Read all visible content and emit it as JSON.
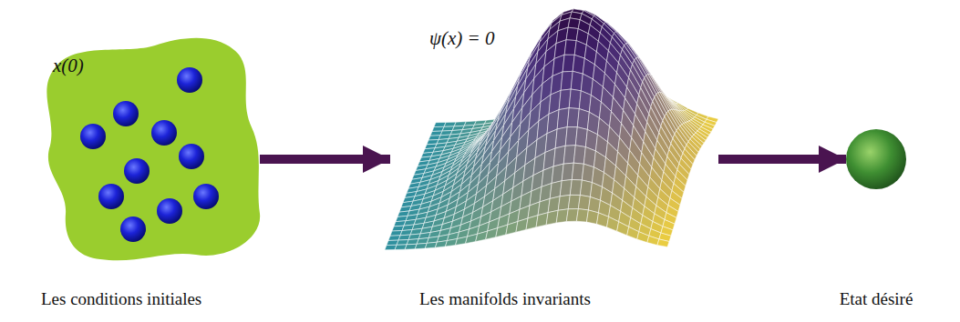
{
  "diagram": {
    "nodes": [
      {
        "text": [
          "x(0)",
          "Les conditions initiales"
        ]
      },
      {
        "text": [
          "ψ(x) = 0",
          "Les manifolds invariants"
        ]
      },
      {
        "text": [
          "Etat désiré"
        ]
      }
    ],
    "edges": [
      {
        "from": 0,
        "to": 1,
        "arrow": "to"
      },
      {
        "from": 1,
        "to": 2,
        "arrow": "to"
      }
    ]
  }
}
